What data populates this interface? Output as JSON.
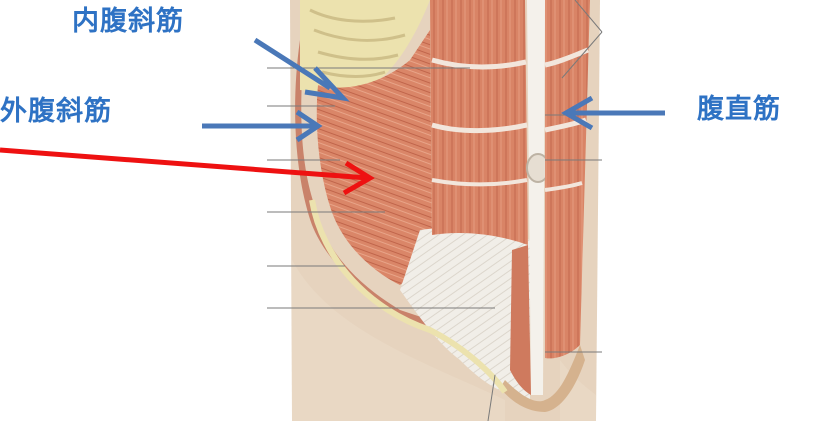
{
  "labels": {
    "internal_oblique": "内腹斜筋",
    "external_oblique": "外腹斜筋",
    "rectus_abdominis": "腹直筋"
  },
  "colors": {
    "label_text": "#2E72C4",
    "blue_arrow": "#4A78B8",
    "red_arrow": "#EE1111",
    "muscle": "#D98466",
    "muscle_dark": "#B95B42",
    "tendon": "#F1EEE8",
    "skin": "#E6D3BE",
    "fascia_yellow": "#ECE2AE",
    "leader_line": "#7A7A7A"
  }
}
